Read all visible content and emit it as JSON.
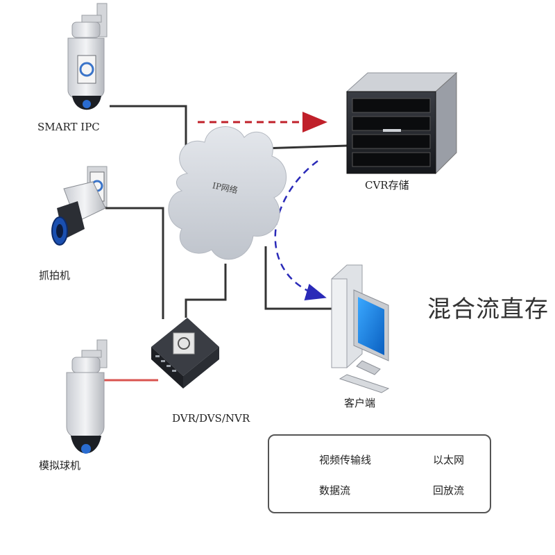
{
  "title": "混合流直存",
  "network": {
    "label": "IP网络"
  },
  "devices": {
    "smart_ipc": "SMART IPC",
    "capture_camera": "抓拍机",
    "analog_dome": "模拟球机",
    "dvr": "DVR/DVS/NVR",
    "cvr": "CVR存储",
    "client": "客户端"
  },
  "legend": {
    "video_line": "视频传输线",
    "ethernet": "以太网",
    "data_stream": "数据流",
    "playback_stream": "回放流"
  },
  "colors": {
    "video_line": "#d9534f",
    "ethernet": "#333333",
    "data_stream": "#c0202a",
    "playback_stream": "#2a2ab8",
    "cloud": "#cfd3da"
  }
}
